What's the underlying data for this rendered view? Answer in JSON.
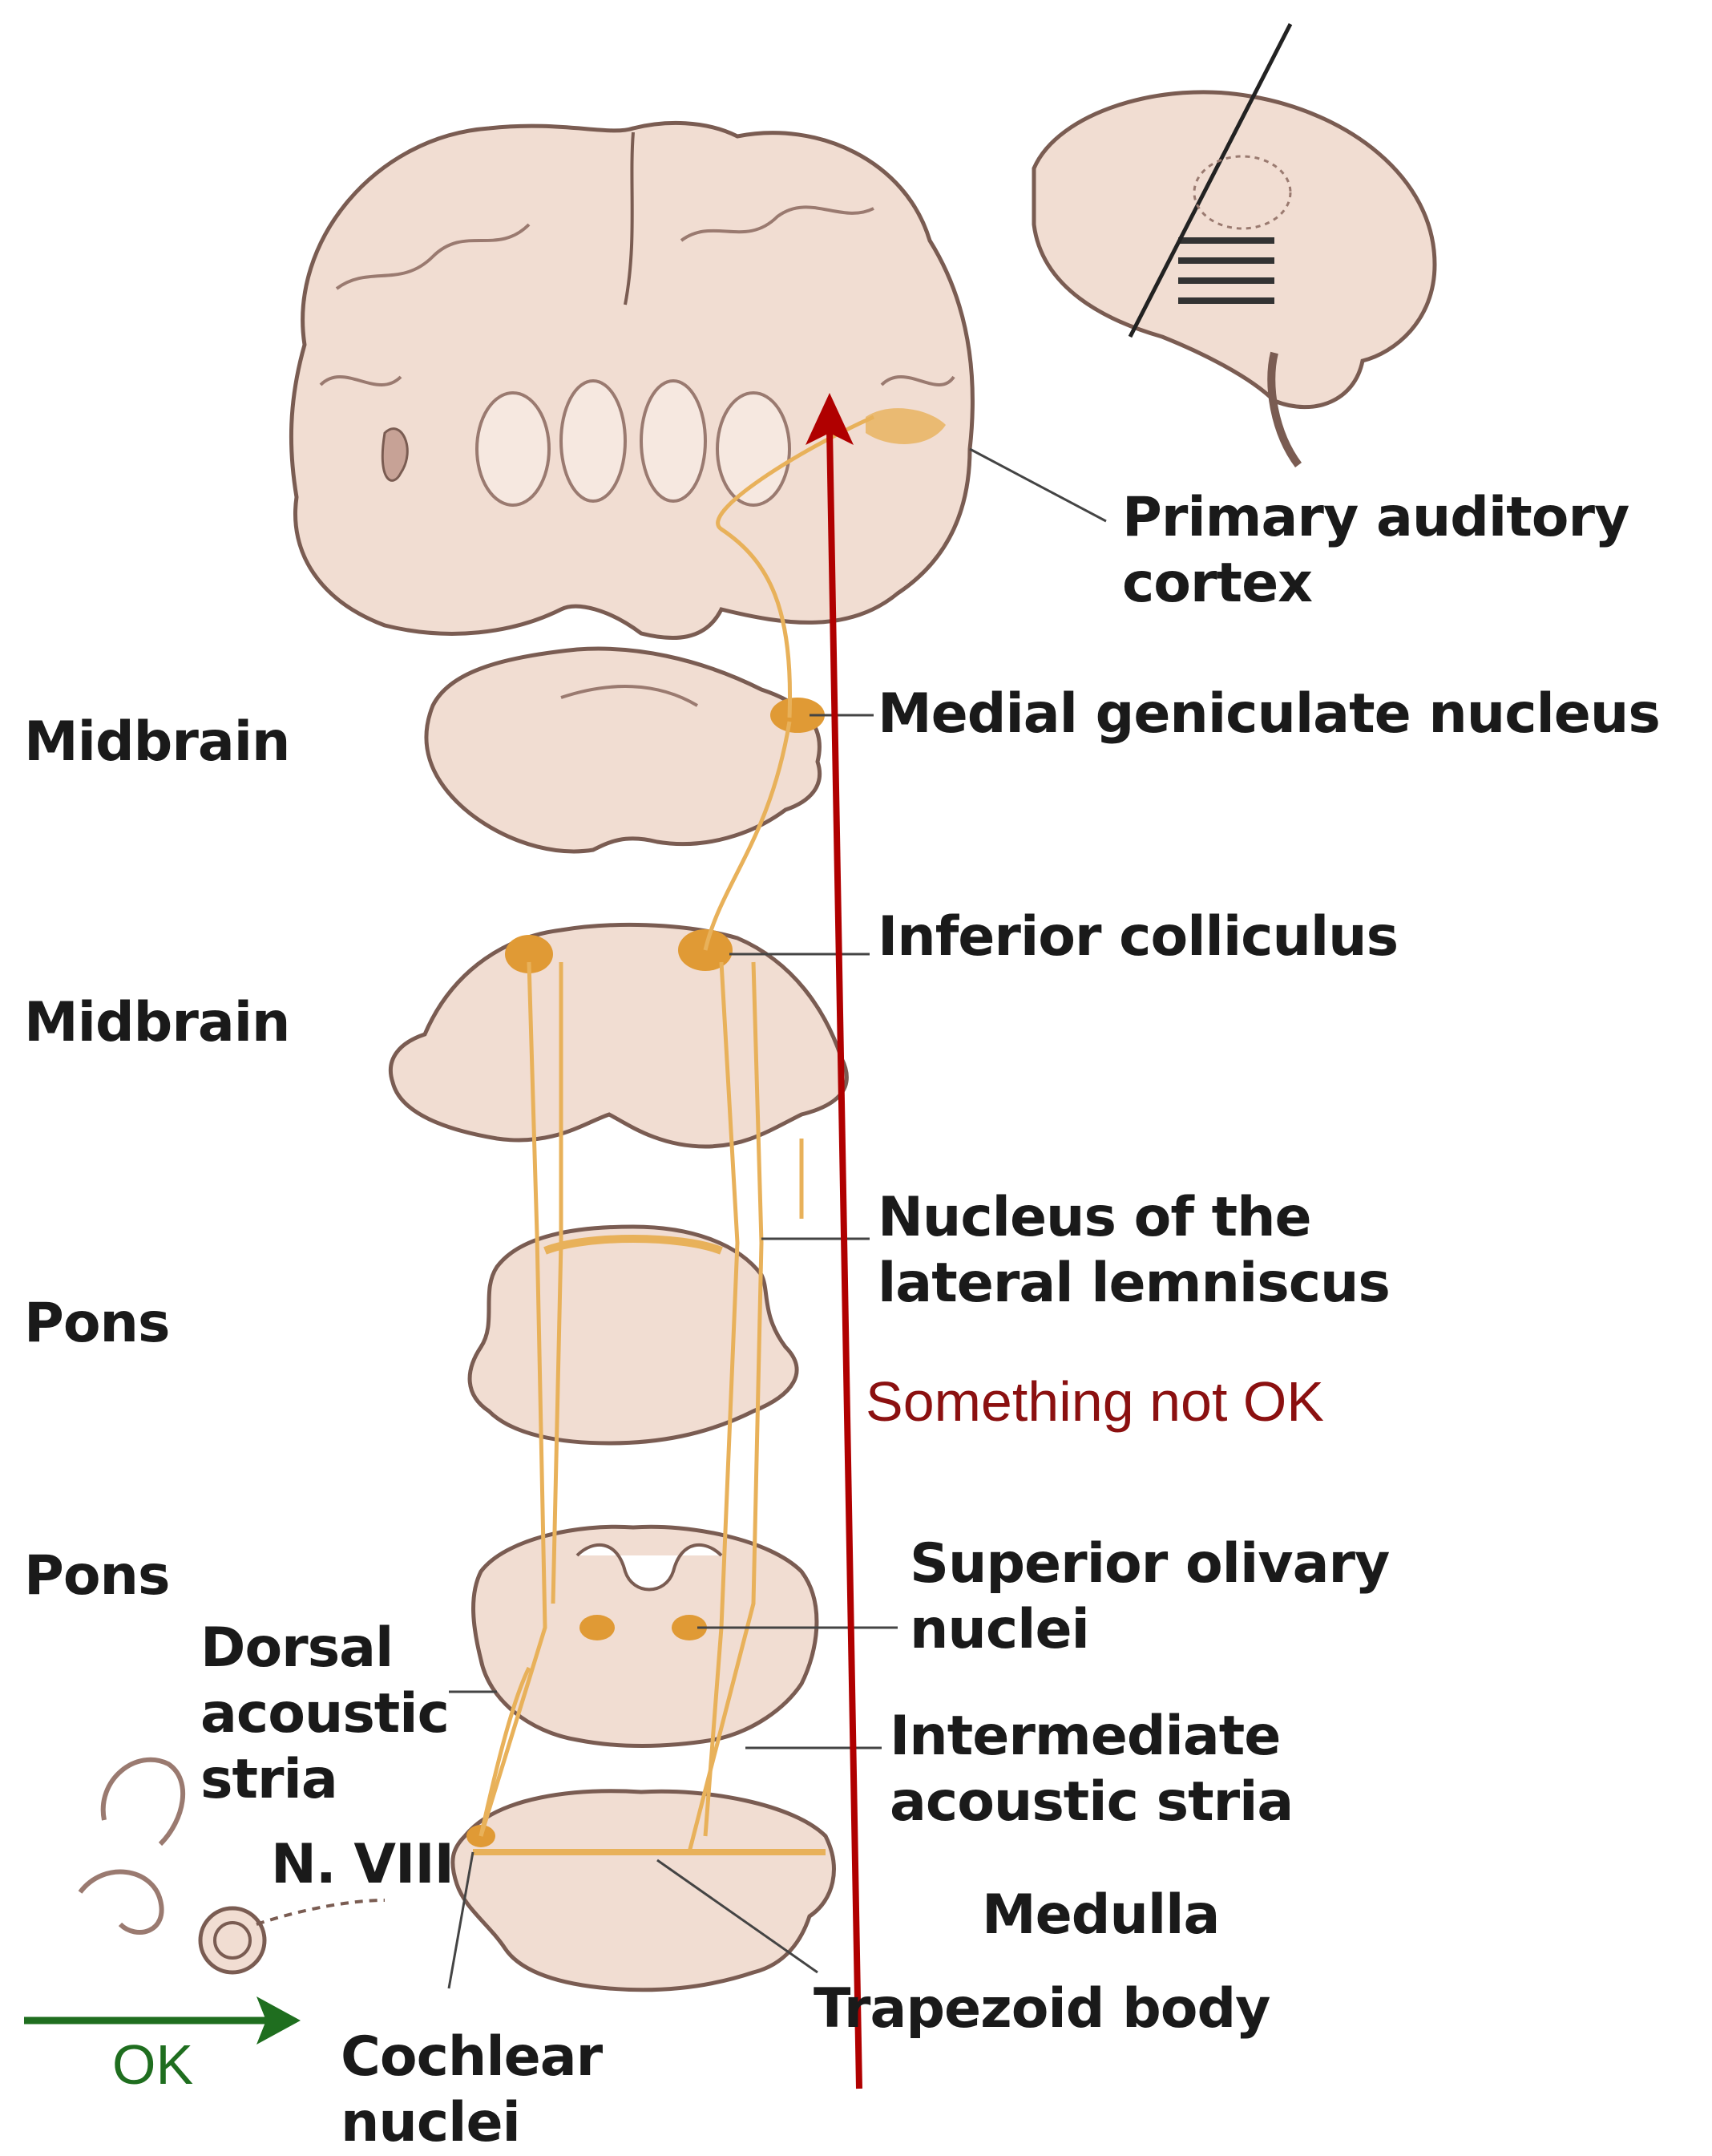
{
  "labels": {
    "primary_auditory_cortex": "Primary auditory\ncortex",
    "medial_geniculate_nucleus": "Medial geniculate nucleus",
    "inferior_colliculus": "Inferior colliculus",
    "nucleus_lateral_lemniscus": "Nucleus of the\nlateral lemniscus",
    "superior_olivary_nuclei": "Superior olivary\nnuclei",
    "intermediate_acoustic_stria": "Intermediate\nacoustic stria",
    "medulla": "Medulla",
    "trapezoid_body": "Trapezoid body",
    "cochlear_nuclei": "Cochlear\nnuclei",
    "dorsal_acoustic_stria": "Dorsal\nacoustic\nstria",
    "n_viii": "N. VIII",
    "midbrain_upper": "Midbrain",
    "midbrain_lower": "Midbrain",
    "pons_upper": "Pons",
    "pons_lower": "Pons"
  },
  "annotations": {
    "not_ok": "Something not OK",
    "ok": "OK"
  },
  "colors": {
    "tissue": "#f1ddd2",
    "tissue_outline": "#7a5c52",
    "pathway": "#e8b15a",
    "nucleus": "#e09a35",
    "not_ok_arrow": "#b00000",
    "not_ok_text": "#8b1010",
    "ok_arrow": "#1f6e1f",
    "ok_text": "#1f6e1f"
  }
}
